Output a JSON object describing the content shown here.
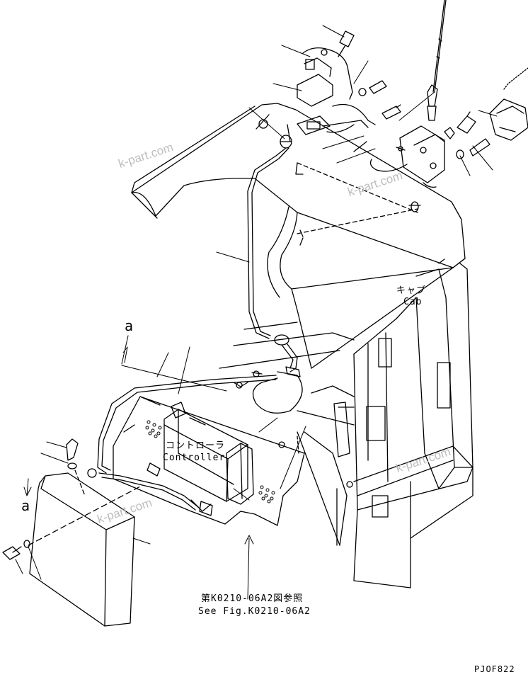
{
  "labels": {
    "cab_jp": "キャブ",
    "cab_en": "Cab",
    "controller_jp": "コントローラ",
    "controller_en": "Controller",
    "ref_jp": "第K0210-06A2図参照",
    "ref_en": "See Fig.K0210-06A2",
    "view_marker_a1": "a",
    "view_marker_a2": "a",
    "figure_code": "PJOF822"
  },
  "watermarks": [
    "k-part.com",
    "k-part.com",
    "k-part.com",
    "k-part.com"
  ]
}
